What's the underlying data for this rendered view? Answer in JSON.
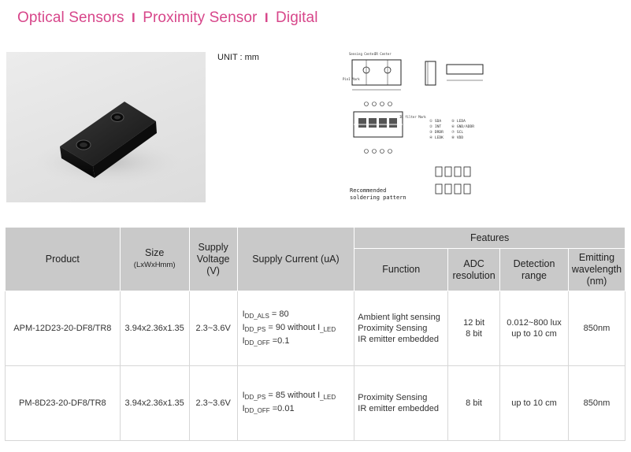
{
  "header": {
    "crumb1": "Optical Sensors",
    "crumb2": "Proximity Sensor",
    "crumb3": "Digital",
    "separator": "I"
  },
  "unit_label": "UNIT : mm",
  "drawing": {
    "sensing_center": "Sensing Center",
    "ir_center": "IR Center",
    "pin1_mark": "Pin1 Mark",
    "ir_filter_mark": "IR filter Mark",
    "pins": [
      "① SDA",
      "② INT",
      "③ DRDR",
      "④ LEDK",
      "⑤ LEDA",
      "⑥ GND/ADDR",
      "⑦ SCL",
      "⑧ VDD"
    ],
    "recommended_line1": "Recommended",
    "recommended_line2": "soldering pattern"
  },
  "table": {
    "headers": {
      "product": "Product",
      "size_line1": "Size",
      "size_line2": "(LxWxHmm)",
      "supply_voltage_line1": "Supply",
      "supply_voltage_line2": "Voltage",
      "supply_voltage_line3": "(V)",
      "supply_current": "Supply Current (uA)",
      "features": "Features",
      "function": "Function",
      "adc_line1": "ADC",
      "adc_line2": "resolution",
      "detection_line1": "Detection",
      "detection_line2": "range",
      "emitting_line1": "Emitting",
      "emitting_line2": "wavelength",
      "emitting_line3": "(nm)"
    },
    "rows": [
      {
        "product": "APM-12D23-20-DF8/TR8",
        "size": "3.94x2.36x1.35",
        "voltage": "2.3~3.6V",
        "currents": [
          {
            "label": "I",
            "sub": "DD_ALS",
            "value": " = 80",
            "extra": "",
            "extra_sub": ""
          },
          {
            "label": "I",
            "sub": "DD_PS",
            "value": " = 90 without I",
            "extra": "",
            "extra_sub": "_LED"
          },
          {
            "label": "I",
            "sub": "DD_OFF",
            "value": " =0.1",
            "extra": "",
            "extra_sub": ""
          }
        ],
        "function": [
          "Ambient light sensing",
          "Proximity Sensing",
          "IR emitter embedded"
        ],
        "adc": [
          "12 bit",
          "8 bit"
        ],
        "detection": [
          "0.012~800 lux",
          "up to 10 cm"
        ],
        "wavelength": "850nm"
      },
      {
        "product": "PM-8D23-20-DF8/TR8",
        "size": "3.94x2.36x1.35",
        "voltage": "2.3~3.6V",
        "currents": [
          {
            "label": "I",
            "sub": "DD_PS",
            "value": " = 85 without I",
            "extra": "",
            "extra_sub": "_LED"
          },
          {
            "label": "I",
            "sub": "DD_OFF",
            "value": " =0.01",
            "extra": "",
            "extra_sub": ""
          }
        ],
        "function": [
          "Proximity Sensing",
          "IR emitter embedded"
        ],
        "adc": [
          "8 bit"
        ],
        "detection": [
          "up to 10 cm"
        ],
        "wavelength": "850nm"
      }
    ]
  }
}
